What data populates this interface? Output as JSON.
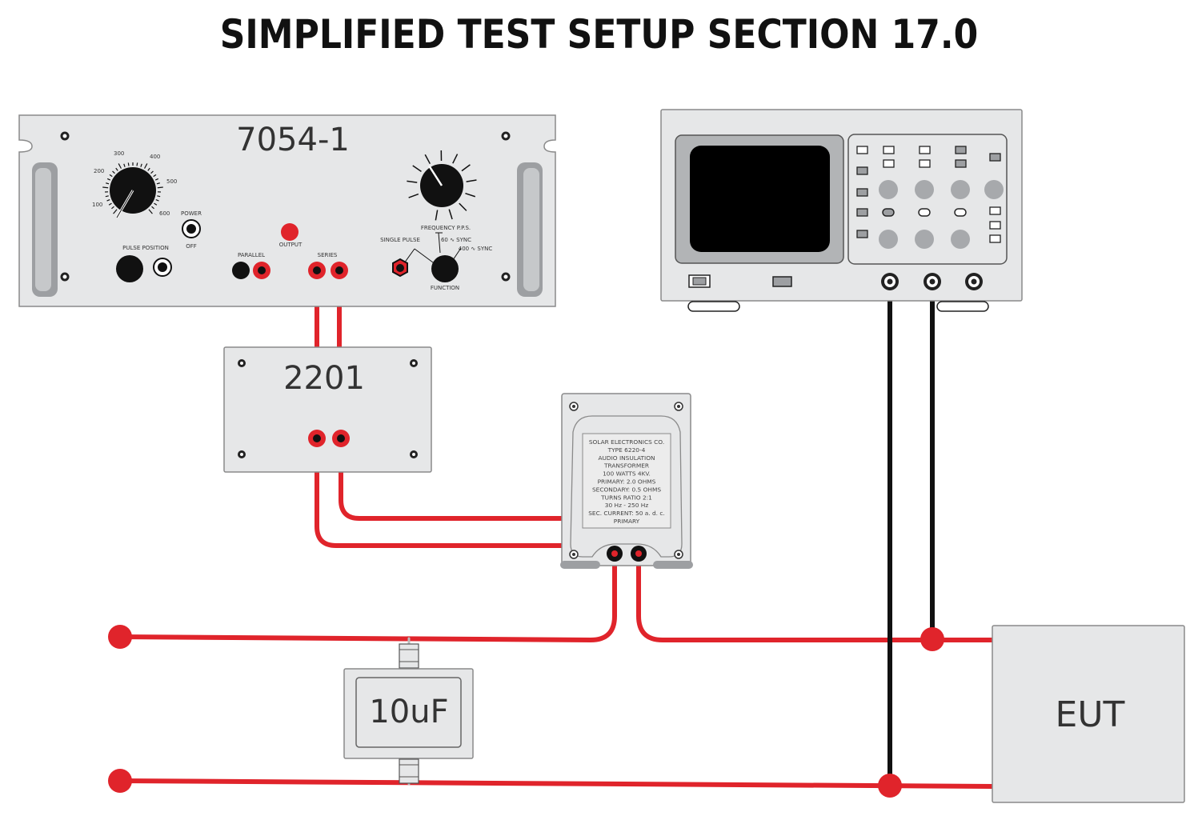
{
  "title": "SIMPLIFIED TEST SETUP SECTION 17.0",
  "colors": {
    "wire_red": "#e0242b",
    "wire_black": "#111111",
    "panel_fill": "#e6e7e8",
    "panel_stroke": "#8a8a8a",
    "screen": "#000000"
  },
  "generator": {
    "model": "7054-1",
    "dial_labels": [
      "100",
      "200",
      "300",
      "400",
      "500",
      "600"
    ],
    "power_label": "POWER",
    "off_label": "OFF",
    "pulse_position_label": "PULSE POSITION",
    "parallel_label": "PARALLEL",
    "output_label": "OUTPUT",
    "series_label": "SERIES",
    "frequency_label": "FREQUENCY P.P.S.",
    "single_pulse_label": "SINGLE PULSE",
    "sync60_label": "60 ∿ SYNC",
    "sync400_label": "400 ∿ SYNC",
    "function_label": "FUNCTION"
  },
  "coupler": {
    "model": "2201"
  },
  "transformer": {
    "plate_lines": [
      "SOLAR ELECTRONICS CO.",
      "TYPE 6220-4",
      "AUDIO INSULATION",
      "TRANSFORMER",
      "100 WATTS 4KV.",
      "PRIMARY: 2.0 OHMS",
      "SECONDARY: 0.5 OHMS",
      "TURNS RATIO 2:1",
      "30 Hz - 250 Hz",
      "SEC. CURRENT: 50 a. d. c.",
      "PRIMARY"
    ]
  },
  "capacitor": {
    "label": "10uF"
  },
  "eut": {
    "label": "EUT"
  }
}
